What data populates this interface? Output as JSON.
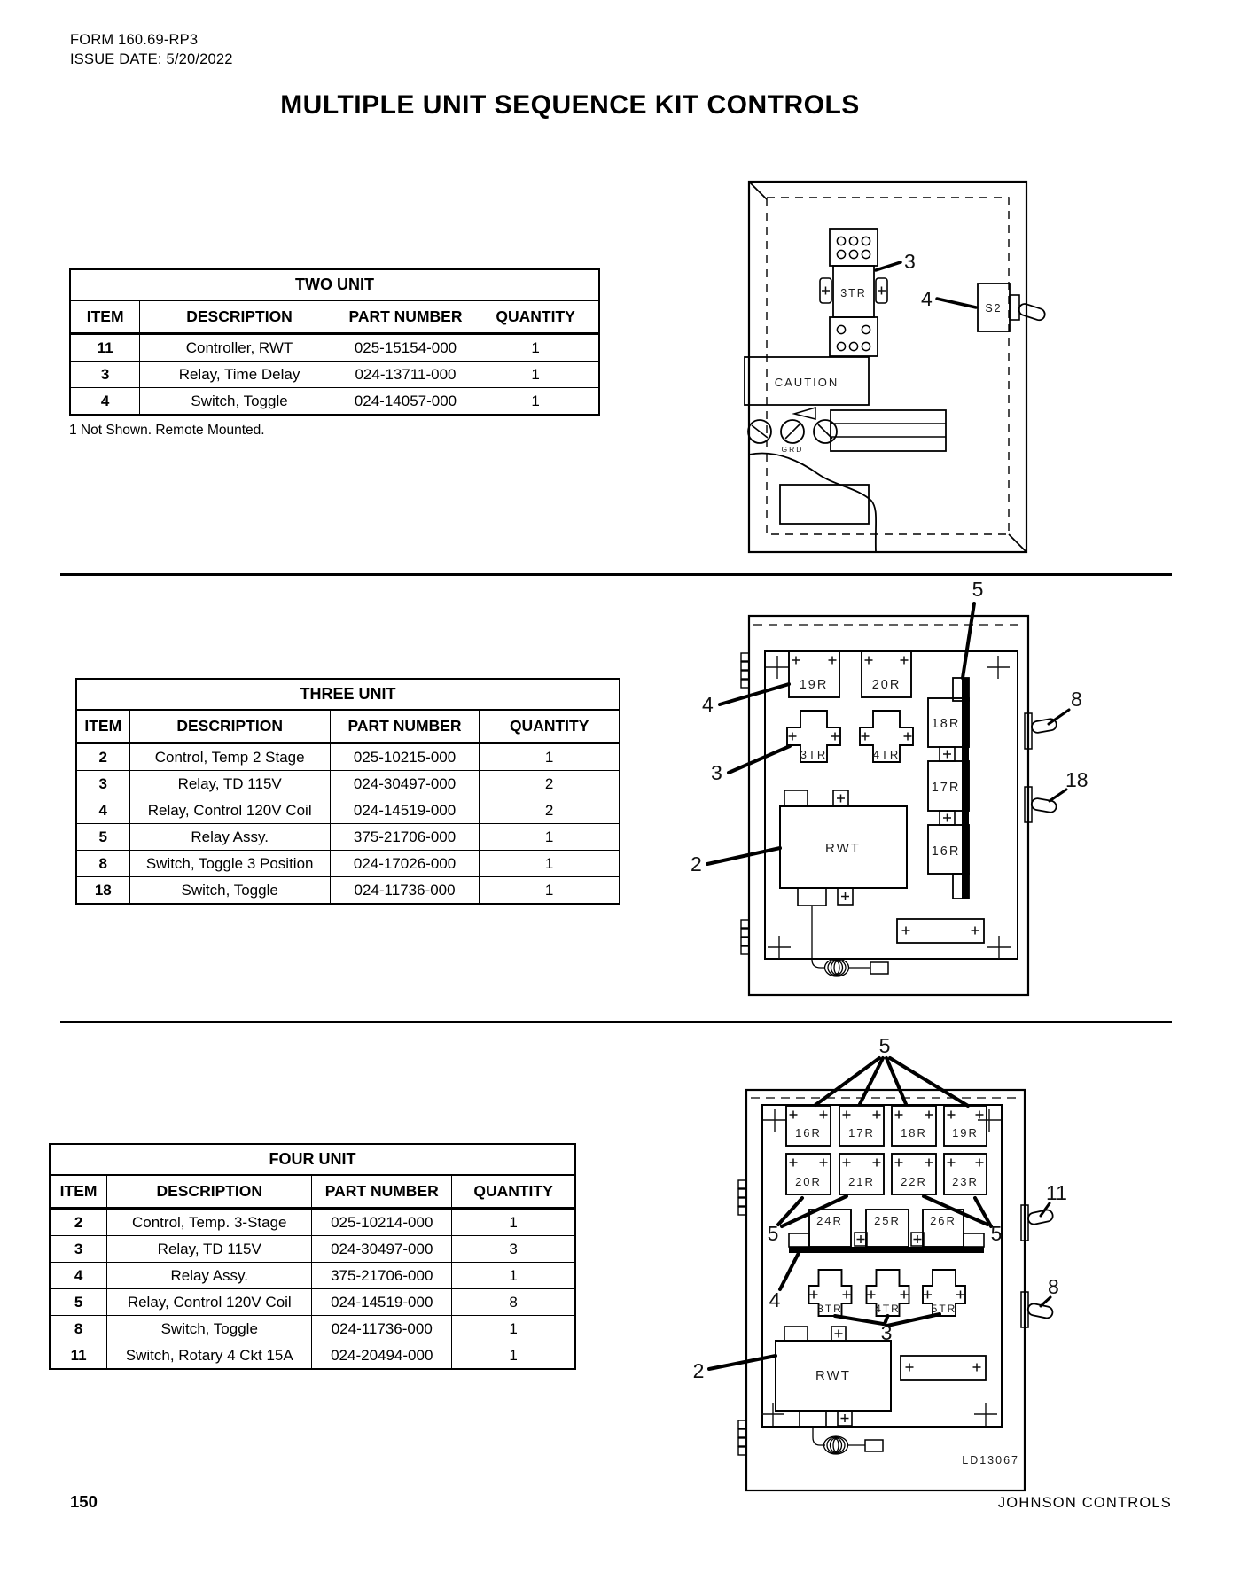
{
  "header": {
    "form_number": "FORM 160.69-RP3",
    "issue_date": "ISSUE DATE: 5/20/2022",
    "title": "MULTIPLE UNIT SEQUENCE KIT CONTROLS"
  },
  "tables": [
    {
      "title": "TWO UNIT",
      "columns": [
        "ITEM",
        "DESCRIPTION",
        "PART NUMBER",
        "QUANTITY"
      ],
      "rows": [
        [
          "11",
          "Controller, RWT",
          "025-15154-000",
          "1"
        ],
        [
          "3",
          "Relay, Time Delay",
          "024-13711-000",
          "1"
        ],
        [
          "4",
          "Switch, Toggle",
          "024-14057-000",
          "1"
        ]
      ],
      "note": "1 Not Shown. Remote Mounted."
    },
    {
      "title": "THREE UNIT",
      "columns": [
        "ITEM",
        "DESCRIPTION",
        "PART NUMBER",
        "QUANTITY"
      ],
      "rows": [
        [
          "2",
          "Control, Temp 2 Stage",
          "025-10215-000",
          "1"
        ],
        [
          "3",
          "Relay, TD 115V",
          "024-30497-000",
          "2"
        ],
        [
          "4",
          "Relay, Control 120V Coil",
          "024-14519-000",
          "2"
        ],
        [
          "5",
          "Relay Assy.",
          "375-21706-000",
          "1"
        ],
        [
          "8",
          "Switch, Toggle 3 Position",
          "024-17026-000",
          "1"
        ],
        [
          "18",
          "Switch, Toggle",
          "024-11736-000",
          "1"
        ]
      ]
    },
    {
      "title": "FOUR UNIT",
      "columns": [
        "ITEM",
        "DESCRIPTION",
        "PART NUMBER",
        "QUANTITY"
      ],
      "rows": [
        [
          "2",
          "Control, Temp. 3-Stage",
          "025-10214-000",
          "1"
        ],
        [
          "3",
          "Relay, TD 115V",
          "024-30497-000",
          "3"
        ],
        [
          "4",
          "Relay Assy.",
          "375-21706-000",
          "1"
        ],
        [
          "5",
          "Relay, Control 120V Coil",
          "024-14519-000",
          "8"
        ],
        [
          "8",
          "Switch, Toggle",
          "024-11736-000",
          "1"
        ],
        [
          "11",
          "Switch, Rotary 4 Ckt 15A",
          "024-20494-000",
          "1"
        ]
      ]
    }
  ],
  "diagrams": {
    "d1": {
      "callout_3": "3",
      "callout_4": "4",
      "relay": "3TR",
      "switch": "S2",
      "caution": "CAUTION",
      "ground": "GRD"
    },
    "d2": {
      "callout_5": "5",
      "callout_4": "4",
      "callout_3": "3",
      "callout_2": "2",
      "callout_8": "8",
      "callout_18": "18",
      "r19": "19R",
      "r20": "20R",
      "t3": "3TR",
      "t4": "4TR",
      "r18": "18R",
      "r17": "17R",
      "r16": "16R",
      "rwt": "RWT"
    },
    "d3": {
      "callout_5_top": "5",
      "callout_5_left": "5",
      "callout_5_right": "5",
      "callout_4": "4",
      "callout_3": "3",
      "callout_2": "2",
      "callout_11": "11",
      "callout_8": "8",
      "r16": "16R",
      "r17": "17R",
      "r18": "18R",
      "r19": "19R",
      "r20": "20R",
      "r21": "21R",
      "r22": "22R",
      "r23": "23R",
      "r24": "24R",
      "r25": "25R",
      "r26": "26R",
      "t3": "3TR",
      "t4": "4TR",
      "t5": "5TR",
      "rwt": "RWT",
      "drawing_code": "LD13067"
    }
  },
  "footer": {
    "page_number": "150",
    "company": "JOHNSON CONTROLS"
  }
}
